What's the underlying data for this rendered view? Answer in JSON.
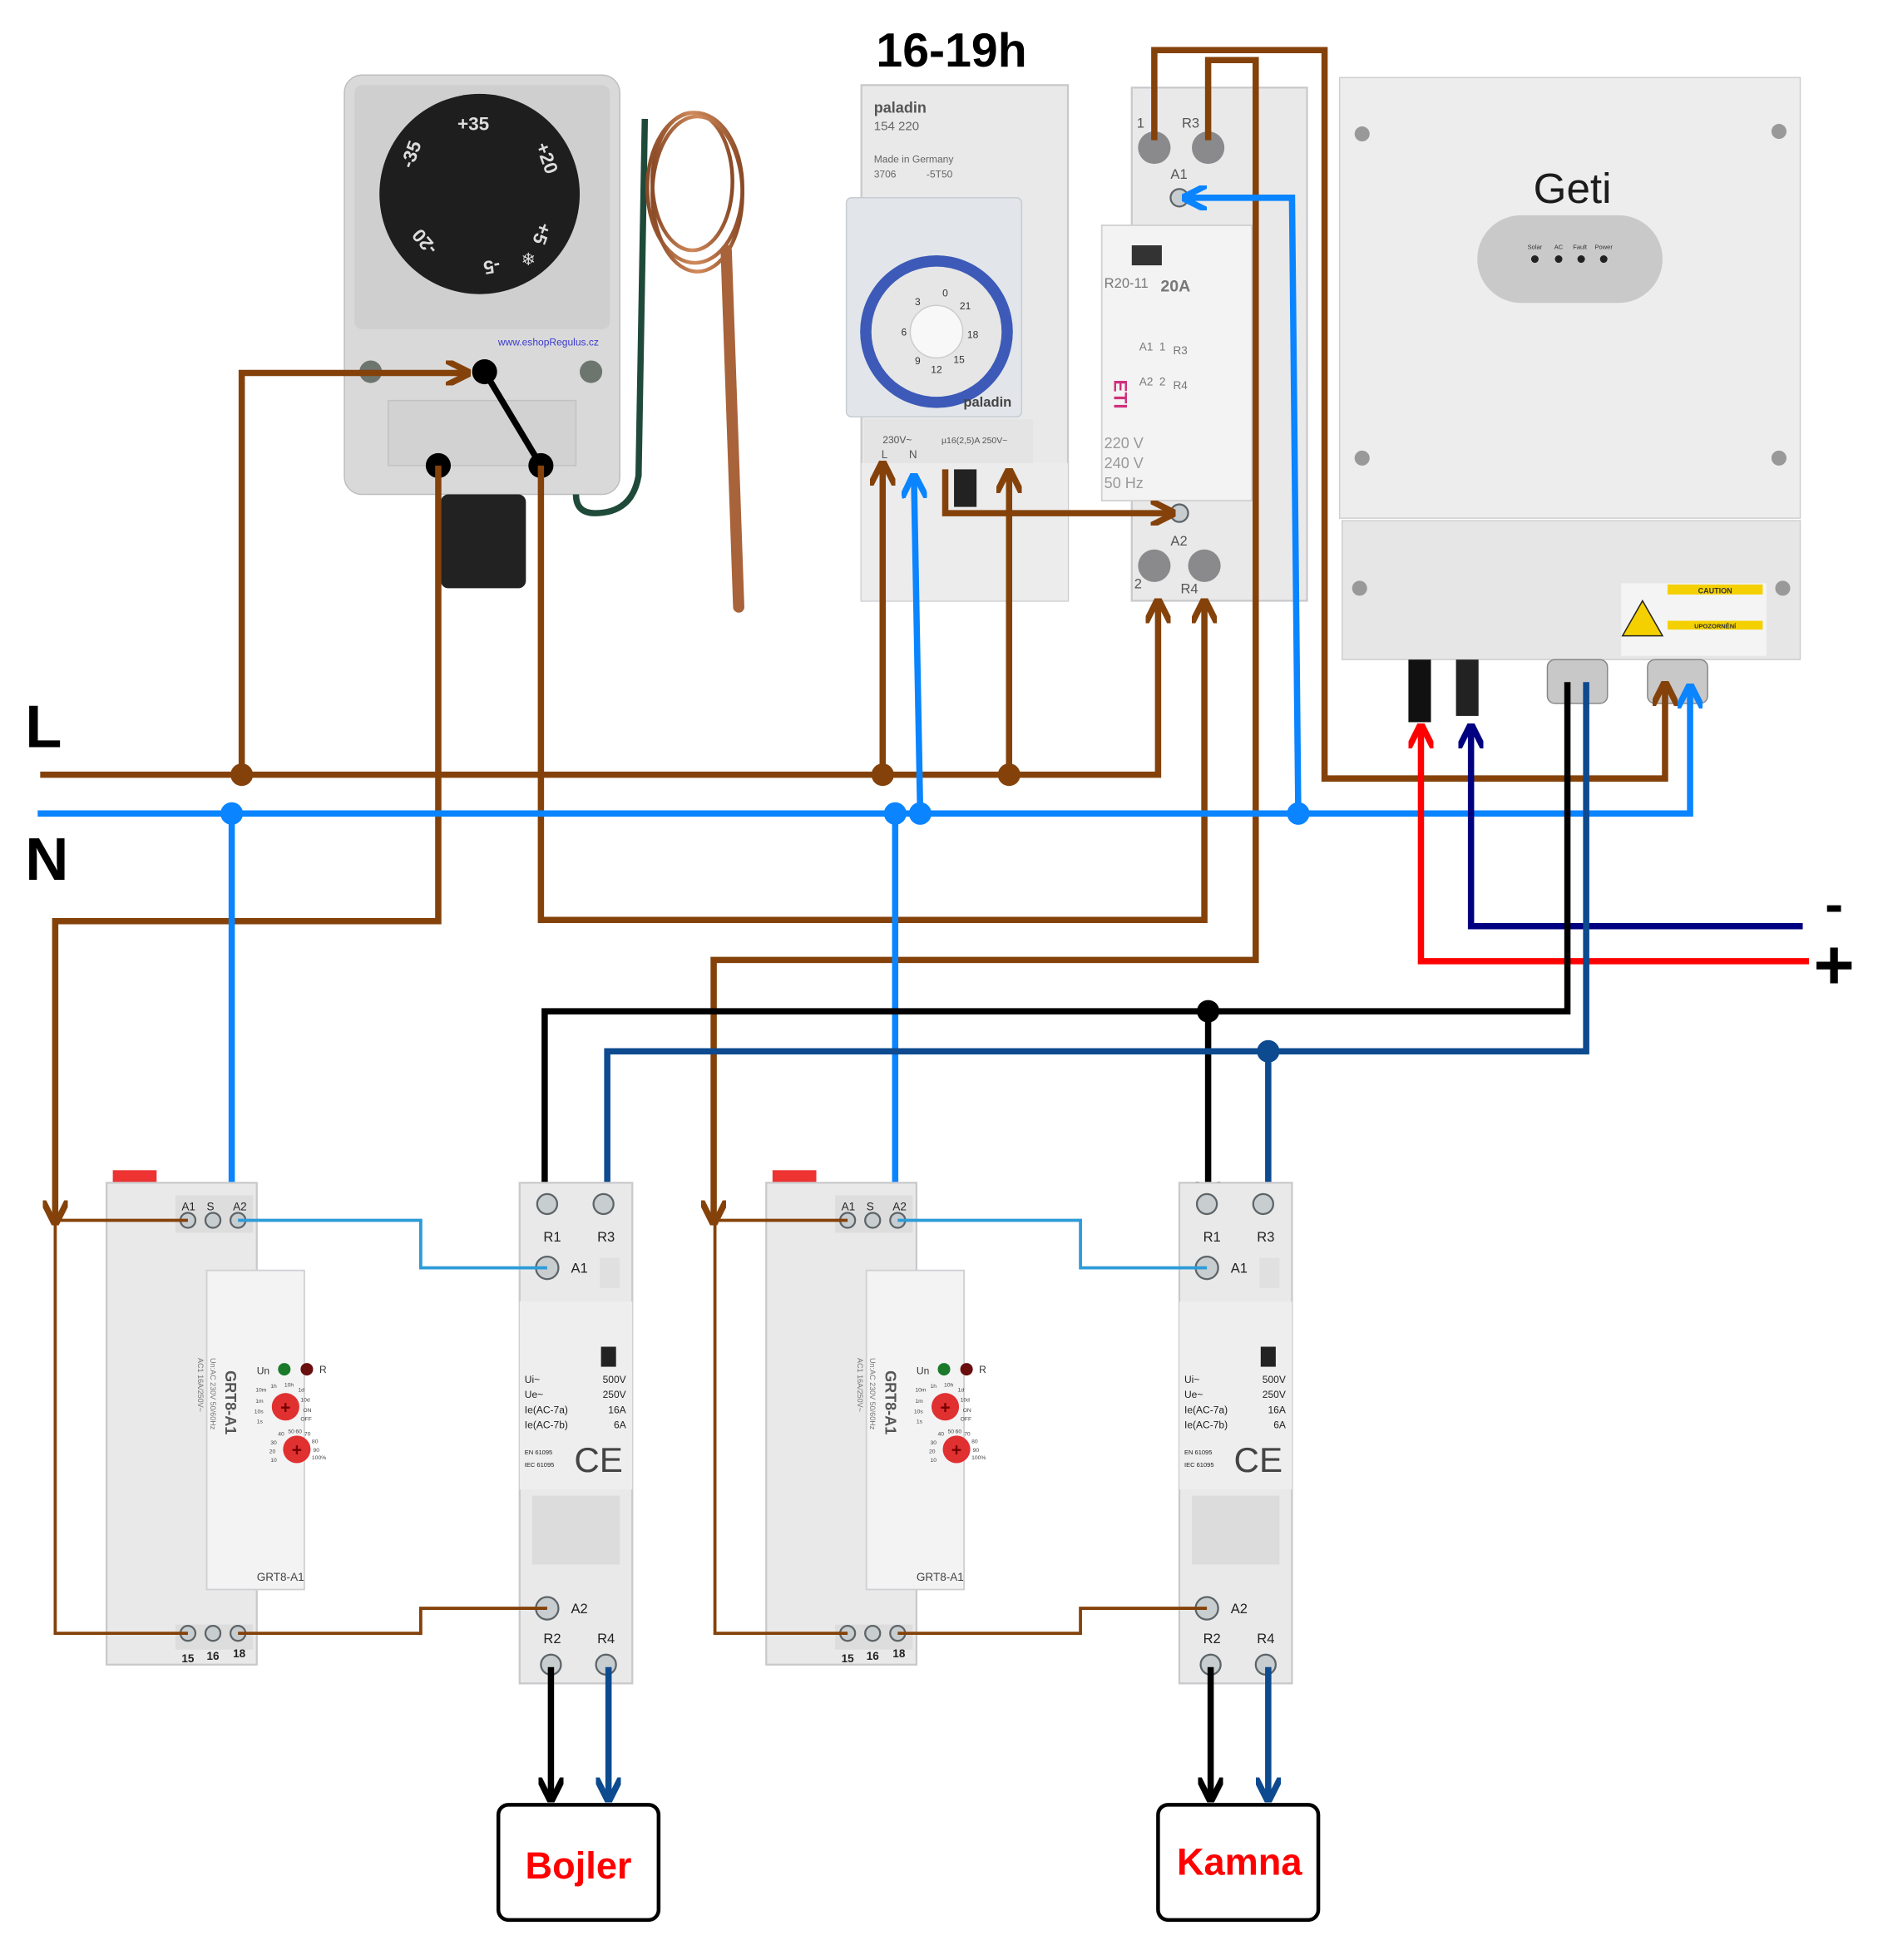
{
  "title": "16-19h",
  "bus": {
    "line_label": "L",
    "neutral_label": "N"
  },
  "dc": {
    "minus_label": "-",
    "plus_label": "+"
  },
  "loads": {
    "left": "Bojler",
    "right": "Kamna"
  },
  "thermostat": {
    "dial_labels": [
      "+35",
      "+20",
      "+5",
      "-5",
      "-20",
      "-35"
    ],
    "website": "www.eshopRegulus.cz",
    "snowflake_icon": "snowflake-icon"
  },
  "timer": {
    "brand": "paladin",
    "model": "154 220",
    "made_in": "Made in Germany",
    "code_left": "3706",
    "code_right": "-5T50",
    "dial_numbers": [
      "0",
      "3",
      "6",
      "9",
      "12",
      "15",
      "18",
      "21"
    ],
    "voltage": "230V~",
    "terminal_l": "L",
    "terminal_n": "N",
    "contact_rating": "µ16(2,5)A 250V~"
  },
  "contactor": {
    "model": "R20-11",
    "rating": "20A",
    "brand": "ETI",
    "voltages": [
      "220 V",
      "240 V",
      "50 Hz"
    ],
    "terminals_top": [
      "1",
      "R3"
    ],
    "a1": "A1",
    "a2": "A2",
    "terminals_bottom": [
      "2",
      "R4"
    ],
    "schema_labels": [
      "A1",
      "1",
      "R3",
      "A2",
      "2",
      "R4"
    ]
  },
  "inverter": {
    "brand": "Geti",
    "leds": [
      "Solar",
      "AC",
      "Fault",
      "Power"
    ],
    "caution": "CAUTION",
    "upozorneni": "UPOZORNĚNÍ"
  },
  "time_relay": {
    "model": "GRT8-A1",
    "side_model": "GRT8-A1",
    "side_text1": "Un:AC 230V 50/60Hz",
    "side_text2": "AC1 16A/250V~",
    "top_terminals": [
      "A1",
      "S",
      "A2"
    ],
    "bottom_terminals": [
      "15",
      "16",
      "18"
    ],
    "led_un": "Un",
    "led_r": "R",
    "range_labels": [
      "1h",
      "10h",
      "1d",
      "10d",
      "ON",
      "OFF",
      "10m",
      "1m",
      "10s",
      "1s"
    ],
    "percent_labels": [
      "10",
      "20",
      "30",
      "40",
      "50",
      "60",
      "70",
      "80",
      "90",
      "100%"
    ]
  },
  "modular_contactor": {
    "top_terminals": [
      "R1",
      "R3"
    ],
    "a1": "A1",
    "a2": "A2",
    "bottom_terminals": [
      "R2",
      "R4"
    ],
    "specs_left": [
      "Ui~",
      "Ue~",
      "Ie(AC-7a)",
      "Ie(AC-7b)"
    ],
    "specs_right": [
      "500V",
      "250V",
      "16A",
      "6A"
    ],
    "standards": [
      "EN 61095",
      "IEC 61095"
    ],
    "ce_mark": "CE"
  },
  "colors": {
    "line": "#84420a",
    "neutral": "#0a84ff",
    "dc_plus": "#ff0000",
    "dc_minus": "#000080",
    "output_black": "#000000",
    "output_blue": "#0d4a8f",
    "load_text": "#ff0000"
  }
}
